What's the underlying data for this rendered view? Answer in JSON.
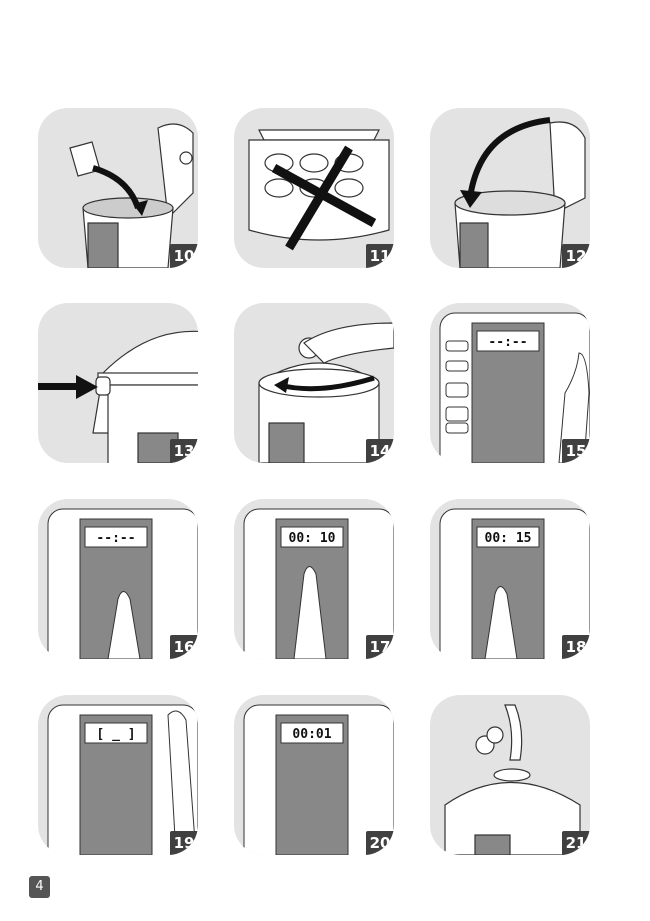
{
  "steps": [
    {
      "number": "10",
      "action": "pour-water"
    },
    {
      "number": "11",
      "action": "no-overfill"
    },
    {
      "number": "12",
      "action": "close-lid"
    },
    {
      "number": "13",
      "action": "lock-lid"
    },
    {
      "number": "14",
      "action": "turn-lid"
    },
    {
      "number": "15",
      "action": "press-program",
      "display": "--:--"
    },
    {
      "number": "16",
      "action": "select-food",
      "display": "--:--"
    },
    {
      "number": "17",
      "action": "set-time",
      "display": "00: 10"
    },
    {
      "number": "18",
      "action": "adjust-time",
      "display": "00: 15"
    },
    {
      "number": "19",
      "action": "start",
      "display": "[ _ ]"
    },
    {
      "number": "20",
      "action": "countdown",
      "display": "00:01"
    },
    {
      "number": "21",
      "action": "release-steam"
    }
  ],
  "page_number": "4",
  "colors": {
    "panel_bg": "#e3e3e3",
    "badge": "#404040"
  }
}
